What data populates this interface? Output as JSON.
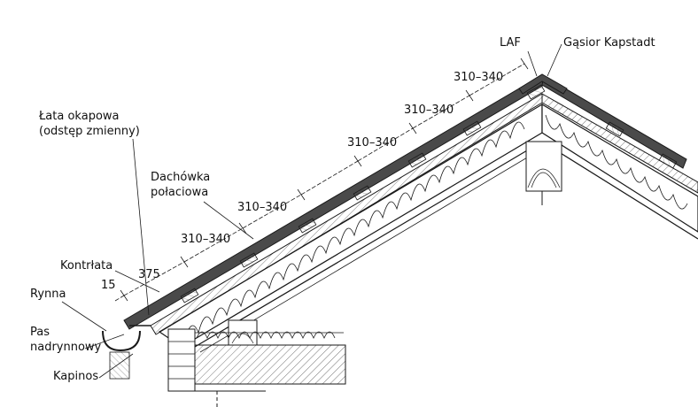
{
  "labels": {
    "laf": "LAF",
    "ridge_tile": "Gąsior Kapstadt",
    "eaves_batten_line1": "Łata okapowa",
    "eaves_batten_line2": "(odstęp zmienny)",
    "roof_tile_line1": "Dachówka",
    "roof_tile_line2": "połaciowa",
    "counter_batten": "Kontrłata",
    "gutter": "Rynna",
    "drip_edge_line1": "Pas",
    "drip_edge_line2": "nadrynnowy",
    "gutter_hook": "Kapinos"
  },
  "dimensions": {
    "d1": "310–340",
    "d2": "310–340",
    "d3": "310–340",
    "d4": "310–340",
    "d5": "310–340",
    "d6": "375",
    "d7": "15"
  },
  "colors": {
    "line": "#1a1a1a",
    "tile": "#4a4a4a",
    "insulation": "#ffffff",
    "hatch": "#555555"
  }
}
